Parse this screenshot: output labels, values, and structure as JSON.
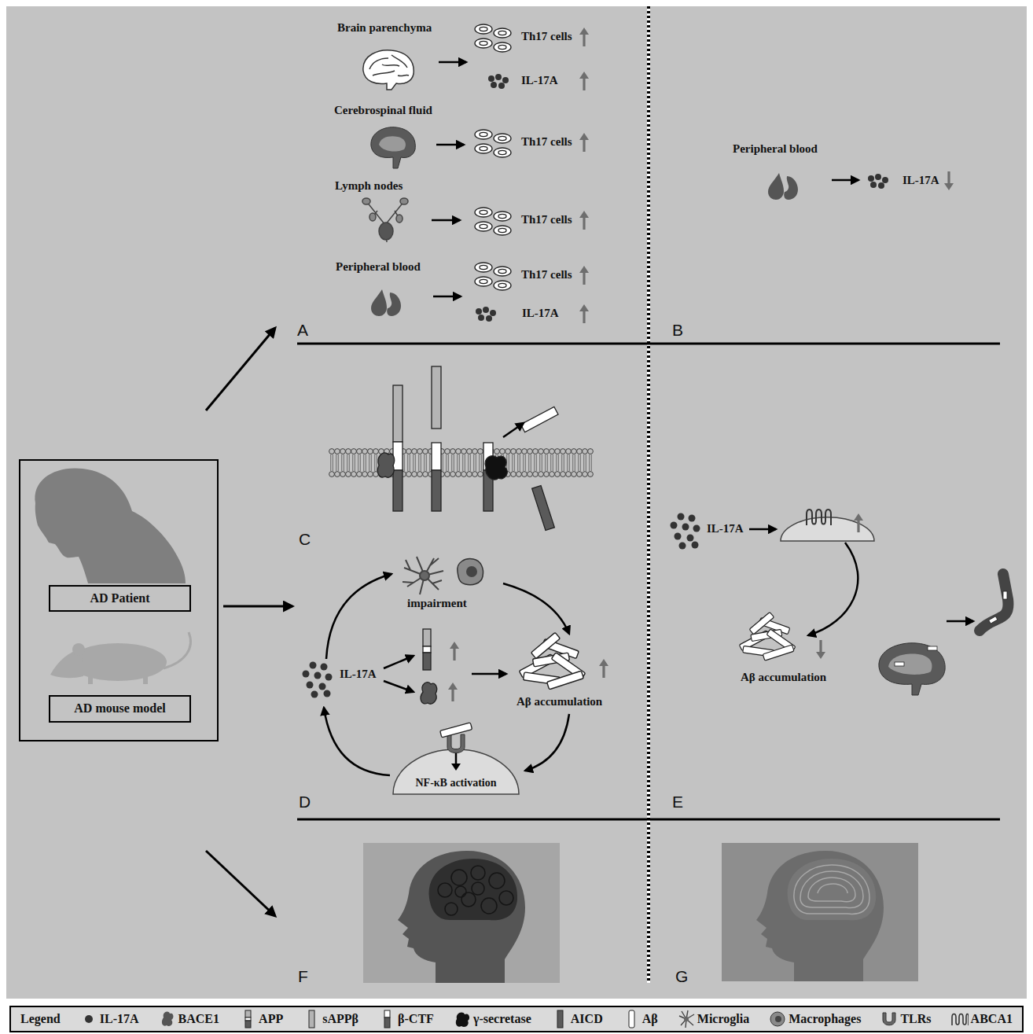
{
  "diagram": {
    "nodes": [
      {
        "text": [
          "AD Patient"
        ]
      },
      {
        "text": [
          "AD mouse model"
        ]
      },
      {
        "text": [
          "NF-κB activation"
        ]
      }
    ],
    "labels": [
      "Brain parenchyma",
      "Th17 cells",
      "IL-17A",
      "Cerebrospinal fluid",
      "Th17 cells",
      "Lymph nodes",
      "Th17 cells",
      "Peripheral blood",
      "Th17 cells",
      "IL-17A",
      "A",
      "Peripheral blood",
      "IL-17A",
      "B",
      "C",
      "impairment",
      "IL-17A",
      "Aβ accumulation",
      "D",
      "IL-17A",
      "Aβ accumulation",
      "E",
      "F",
      "G",
      "Legend"
    ],
    "legend": [
      {
        "text": "IL-17A"
      },
      {
        "text": "BACE1"
      },
      {
        "text": "APP"
      },
      {
        "text": "sAPPβ"
      },
      {
        "text": "β-CTF"
      },
      {
        "text": "γ-secretase"
      },
      {
        "text": "AICD"
      },
      {
        "text": "Aβ"
      },
      {
        "text": "Microglia"
      },
      {
        "text": "Macrophages"
      },
      {
        "text": "TLRs"
      },
      {
        "text": "ABCA1"
      }
    ]
  }
}
